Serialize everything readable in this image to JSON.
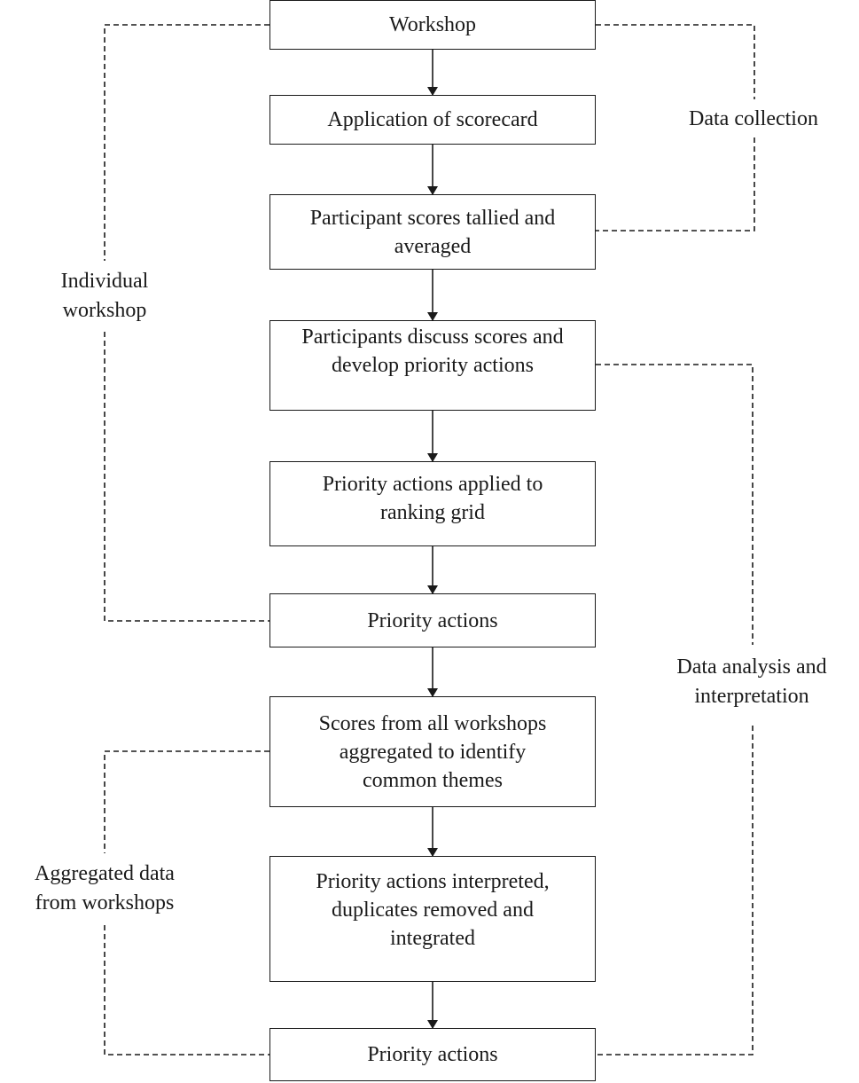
{
  "steps": {
    "workshop": "Workshop",
    "application": "Application of scorecard",
    "tallied": [
      "Participant scores tallied and",
      "averaged"
    ],
    "discuss": [
      "Participants discuss scores and",
      "develop priority actions"
    ],
    "ranking": [
      "Priority actions applied to",
      "ranking grid"
    ],
    "priority1": "Priority actions",
    "aggregated": [
      "Scores from all workshops",
      "aggregated to identify",
      "common themes"
    ],
    "interpreted": [
      "Priority actions interpreted,",
      "duplicates removed and",
      "integrated"
    ],
    "priority2": "Priority actions"
  },
  "groups": {
    "data_collection": [
      "Data collection"
    ],
    "individual_workshop": [
      "Individual",
      "workshop"
    ],
    "data_analysis": [
      "Data analysis and",
      "interpretation"
    ],
    "aggregated_data": [
      "Aggregated data",
      "from workshops"
    ]
  }
}
